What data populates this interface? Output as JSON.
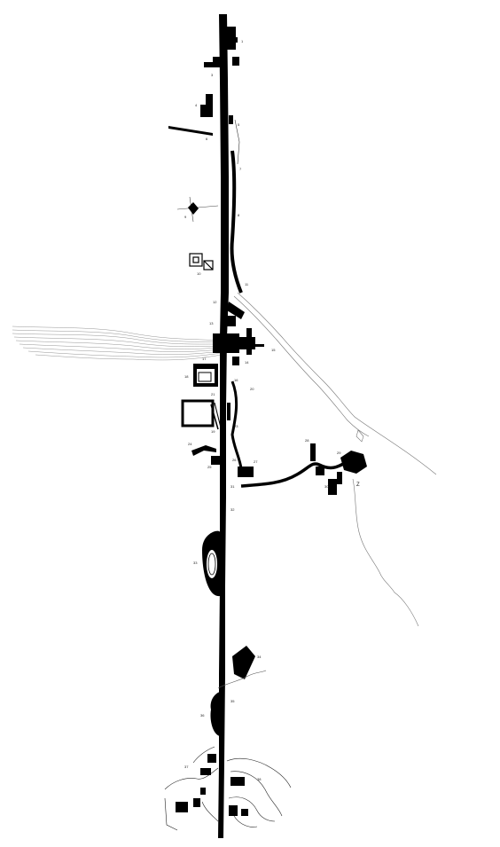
{
  "map": {
    "type": "site masterplan – linear corridor figure-ground",
    "colors": {
      "background": "#ffffff",
      "ink": "#000000",
      "fine_line": "#555555",
      "coast": "#777777"
    },
    "number_labels": [
      "1",
      "2",
      "3",
      "4",
      "5",
      "6",
      "7",
      "8",
      "9",
      "10",
      "11",
      "12",
      "13",
      "14",
      "15",
      "16",
      "17",
      "18",
      "19",
      "20",
      "21",
      "22",
      "23",
      "24",
      "25",
      "26",
      "27",
      "28",
      "29",
      "30",
      "31",
      "32",
      "33",
      "34",
      "35",
      "36",
      "37",
      "38"
    ],
    "north_marker": "Z"
  }
}
